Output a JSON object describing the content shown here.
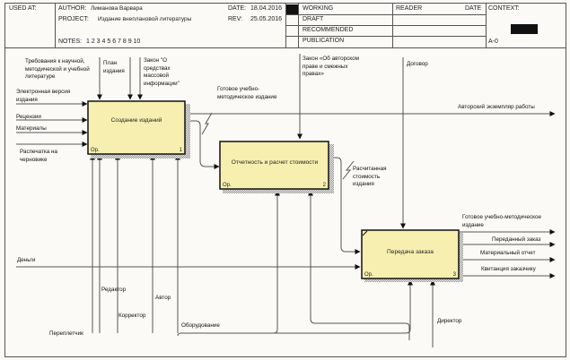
{
  "header": {
    "used_at_label": "USED AT:",
    "author_label": "AUTHOR:",
    "author": "Лиманова Варвара",
    "project_label": "PROJECT:",
    "project": "Издание внеплановой литературы",
    "date_label": "DATE:",
    "date": "18.04.2016",
    "rev_label": "REV:",
    "rev": "25.05.2016",
    "notes_label": "NOTES:",
    "notes": "1 2 3 4 5 6 7 8 9 10",
    "status": [
      "WORKING",
      "DRAFT",
      "RECOMMENDED",
      "PUBLICATION"
    ],
    "reader_label": "READER",
    "reader_date_label": "DATE",
    "context_label": "CONTEXT:",
    "node": "A-0"
  },
  "boxes": [
    {
      "title": "Создание изданий",
      "number": "1",
      "op": "Op."
    },
    {
      "title": "Отчетность и расчет стоимости",
      "number": "2",
      "op": "Op."
    },
    {
      "title": "Передача заказа",
      "number": "3",
      "op": "Op."
    }
  ],
  "inputs": {
    "electronic": "Электронная версия издания",
    "reviews": "Рецензии",
    "materials": "Материалы",
    "draft_print": "Распечатка на черновике",
    "money": "Деньги"
  },
  "controls": {
    "requirements": "Требования к научной, методической и учебной литературе",
    "plan": "План издания",
    "media_law": "Закон \"О средствах массовой информации\"",
    "copyright_law": "Закон «Об авторском праве и смежных правах»",
    "contract": "Договор"
  },
  "outputs": {
    "ready_edition": "Готовое учебно-методическое издание",
    "author_copy": "Авторский экземпляр работы",
    "calculated_cost": "Расчитанная стоимость издания",
    "ready_edition_final": "Готовое учебно-методическое издание",
    "transferred_order": "Переданный заказ",
    "material_report": "Материальный отчет",
    "receipt": "Квитанция заказчику"
  },
  "mechanisms": {
    "binder": "Переплетчик",
    "editor": "Редактор",
    "proofreader": "Корректор",
    "author": "Автор",
    "equipment": "Оборудование",
    "director": "Директор"
  }
}
